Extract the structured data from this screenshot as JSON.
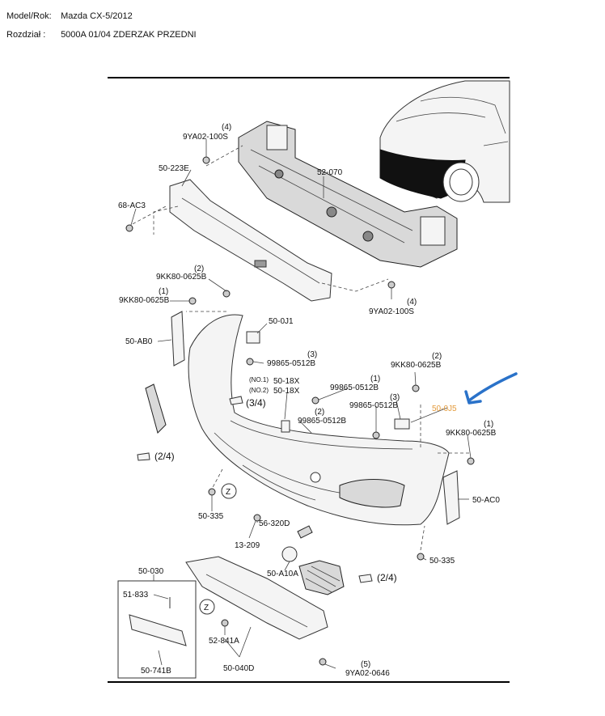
{
  "header": {
    "model_label": "Model/Rok:",
    "model_value": "Mazda CX-5/2012",
    "section_label": "Rozdział :",
    "section_value": "5000A 01/04 ZDERZAK PRZEDNI"
  },
  "labels": {
    "l1": "(4)",
    "l2": "9YA02-100S",
    "l3": "50-223E",
    "l4": "52-070",
    "l5": "68-AC3",
    "l6": "(2)",
    "l7": "9KK80-0625B",
    "l8": "(1)",
    "l9": "9KK80-0625B",
    "l10": "(4)",
    "l11": "9YA02-100S",
    "l12": "50-0J1",
    "l13": "50-AB0",
    "l14": "(3)",
    "l15": "99865-0512B",
    "l16": "(2)",
    "l17": "9KK80-0625B",
    "l18": "(NO.1)",
    "l19": "50-18X",
    "l20": "(NO.2)",
    "l21": "50-18X",
    "l22": "(1)",
    "l23": "99865-0512B",
    "l24": "(3/4)",
    "l25": "(3)",
    "l26": "99865-0512B",
    "l27": "50-0J5",
    "l28": "(2)",
    "l29": "99865-0512B",
    "l30": "(1)",
    "l31": "9KK80-0625B",
    "l32": "(2/4)",
    "l33": "Z",
    "l34": "50-335",
    "l35": "50-AC0",
    "l36": "56-320D",
    "l37": "13-209",
    "l38": "50-335",
    "l39": "50-A10A",
    "l40": "(2/4)",
    "l41": "50-030",
    "l42": "51-833",
    "l43": "Z",
    "l44": "52-841A",
    "l45": "50-741B",
    "l46": "50-040D",
    "l47": "(5)",
    "l48": "9YA02-0646"
  },
  "colors": {
    "highlight_label": "#e39a3b",
    "annotation_arrow": "#2a72c9",
    "line": "#333333"
  }
}
